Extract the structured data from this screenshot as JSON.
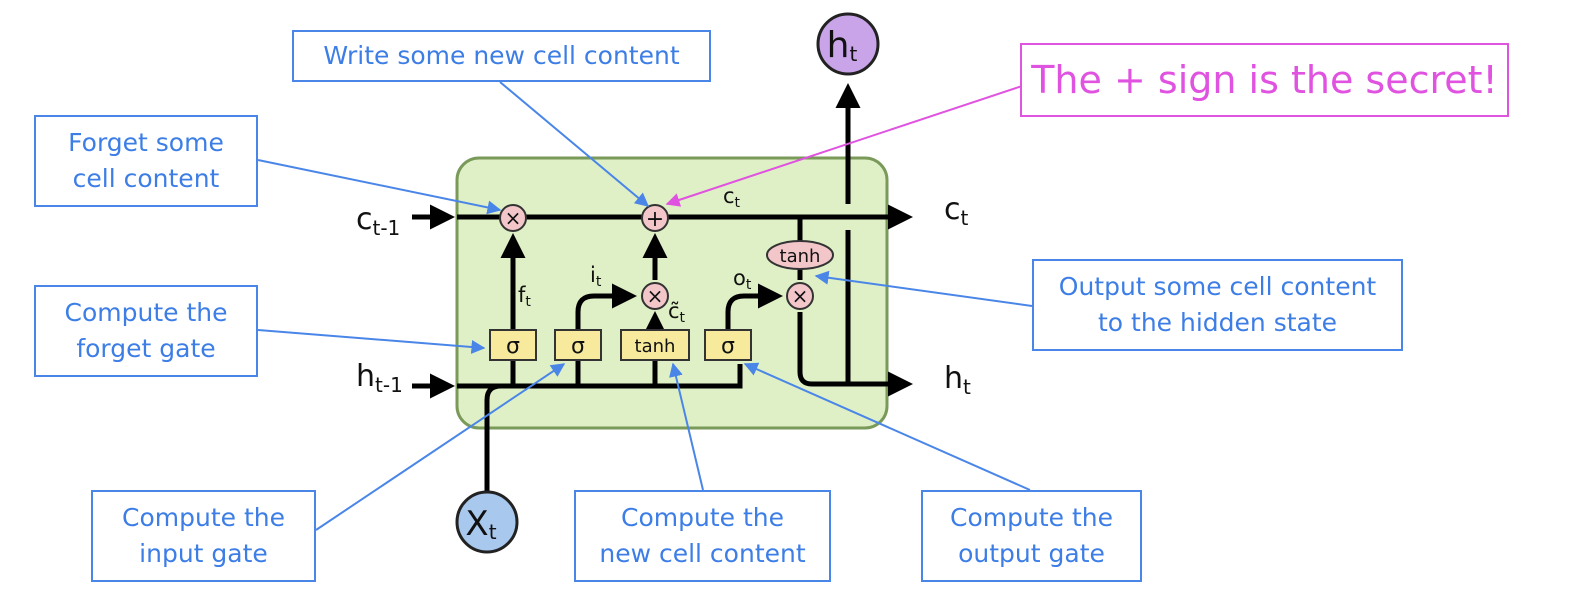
{
  "annotations": {
    "write": "Write some new cell content",
    "forget": "Forget some\ncell content",
    "compute_forget": "Compute the\nforget gate",
    "output": "Output some cell content\nto the hidden state",
    "input_gate": "Compute the\ninput gate",
    "new_content": "Compute the\nnew cell content",
    "output_gate": "Compute the\noutput gate",
    "secret": "The + sign is the secret!"
  },
  "labels": {
    "c_prev": "c",
    "c_prev_sub": "t-1",
    "h_prev": "h",
    "h_prev_sub": "t-1",
    "c_out": "c",
    "c_out_sub": "t",
    "h_out": "h",
    "h_out_sub": "t",
    "c_mid": "c",
    "c_mid_sub": "t",
    "f": "f",
    "f_sub": "t",
    "i": "i",
    "i_sub": "t",
    "o": "o",
    "o_sub": "t",
    "ctilde": "c̃",
    "ctilde_sub": "t",
    "h_top": "h",
    "h_top_sub": "t",
    "x_bottom": "X",
    "x_bottom_sub": "t"
  },
  "ops": {
    "times": "×",
    "plus": "+",
    "sigma": "σ",
    "tanh": "tanh"
  },
  "colors": {
    "annotation_blue": "#4a86e8",
    "highlight_pink": "#e052e0",
    "cell_fill": "#dff0c6",
    "cell_border": "#7a9a5a",
    "gate_fill": "#f7ea9c",
    "op_fill": "#f3c6c9",
    "node_purple": "#c9a4e8",
    "node_blue": "#a9c8ee"
  }
}
